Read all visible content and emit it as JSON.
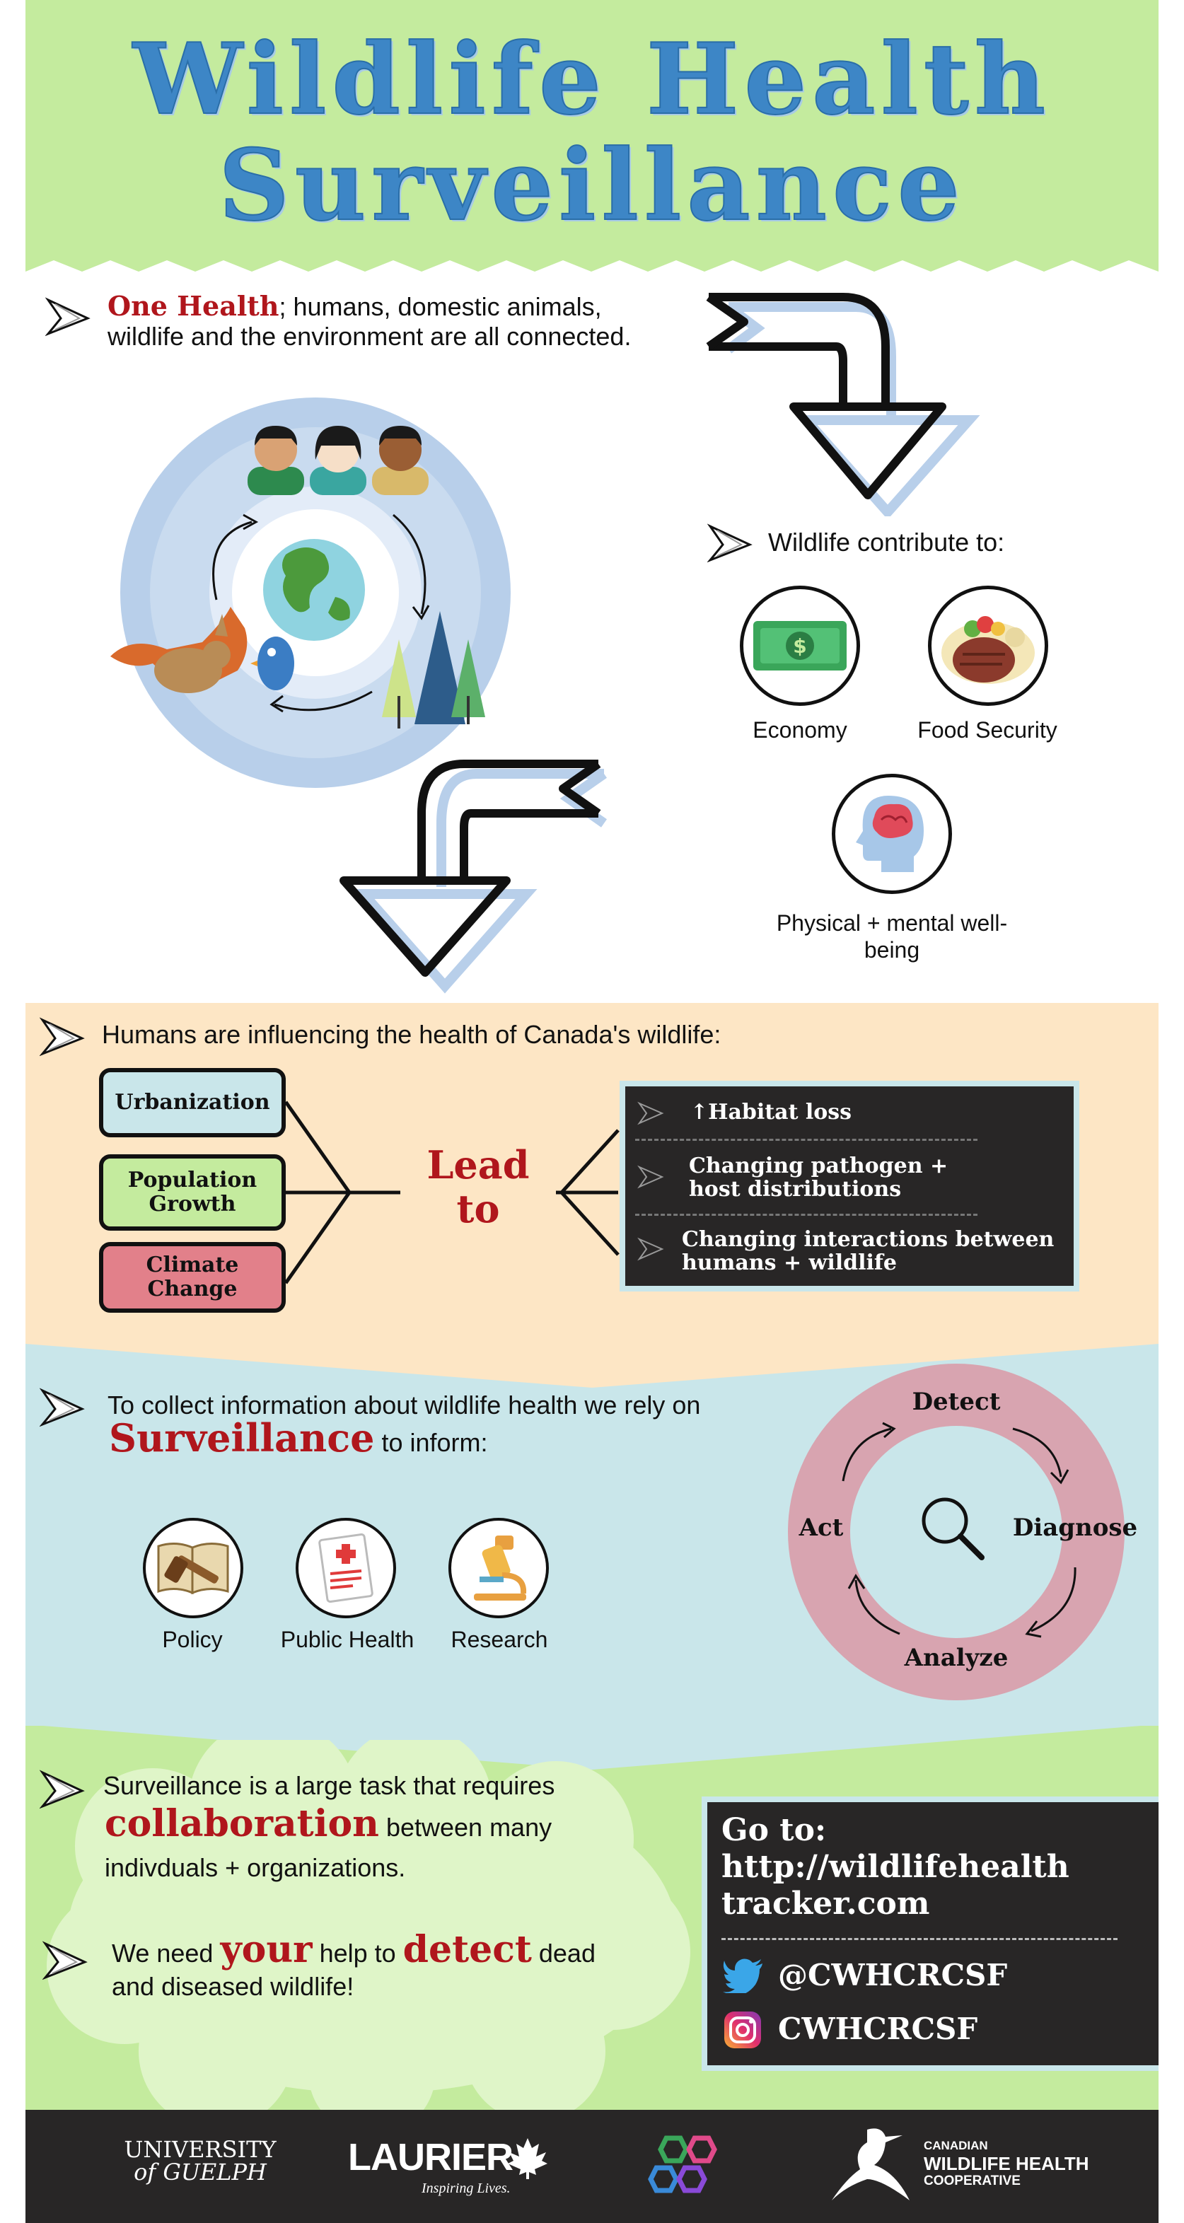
{
  "header": {
    "title_line1": "Wildlife Health",
    "title_line2": "Surveillance"
  },
  "one_health": {
    "label": "One Health",
    "text": "; humans, domestic animals, wildlife and the environment are all connected."
  },
  "contribute": {
    "intro": "Wildlife contribute to:",
    "items": [
      {
        "label": "Economy",
        "icon": "money-icon"
      },
      {
        "label": "Food Security",
        "icon": "food-plate-icon"
      },
      {
        "label": "Physical + mental well-being",
        "icon": "brain-head-icon"
      }
    ]
  },
  "influence": {
    "intro": "Humans are influencing the health of Canada's wildlife:",
    "causes": [
      "Urbanization",
      "Population Growth",
      "Climate Change"
    ],
    "lead_to": "Lead to",
    "effects": [
      "↑Habitat loss",
      "Changing pathogen + host distributions",
      "Changing interactions between humans + wildlife"
    ]
  },
  "surveillance": {
    "intro": "To collect information about wildlife health we rely on",
    "keyword": "Surveillance",
    "after": " to inform:",
    "informs": [
      {
        "label": "Policy",
        "icon": "gavel-book-icon"
      },
      {
        "label": "Public Health",
        "icon": "medical-report-icon"
      },
      {
        "label": "Research",
        "icon": "microscope-icon"
      }
    ],
    "cycle": [
      "Detect",
      "Diagnose",
      "Analyze",
      "Act"
    ]
  },
  "collab": {
    "pre": "Surveillance is a large task that requires",
    "keyword": "collaboration",
    "post": " between many",
    "line3": "indivduals + organizations."
  },
  "help": {
    "pre": "We need ",
    "kw1": "your",
    "mid": " help to ",
    "kw2": "detect",
    "post": " dead",
    "line2": "and diseased wildlife!"
  },
  "goto": {
    "label": "Go to:",
    "url_line1": "http://wildlifehealth",
    "url_line2": "tracker.com",
    "twitter": "@CWHCRCSF",
    "instagram": "CWHCRCSF"
  },
  "footer": {
    "guelph": "UNIVERSITY of GUELPH",
    "guelph_l1": "UNIVERSITY",
    "guelph_l2": "of GUELPH",
    "laurier": "LAURIER",
    "laurier_tag": "Inspiring Lives.",
    "cwhc_l1": "CANADIAN",
    "cwhc_l2": "WILDLIFE HEALTH",
    "cwhc_l3": "COOPERATIVE"
  },
  "colors": {
    "green": "#c4eb9e",
    "blue_title": "#3d86c6",
    "red_accent": "#b0161c",
    "peach": "#fde6c5",
    "light_blue": "#c9e6ea",
    "dark": "#282626",
    "pink_ring": "#d8a4b0"
  }
}
